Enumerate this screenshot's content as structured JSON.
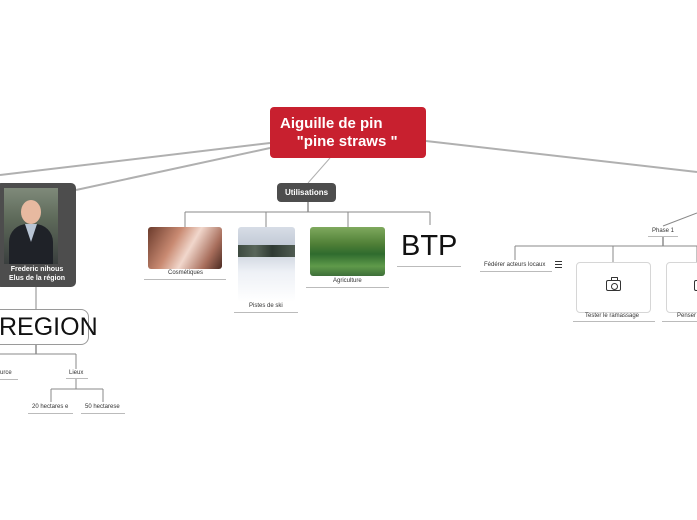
{
  "root": {
    "title": "Aiguille de pin\n    \"pine straws \""
  },
  "utilisations": {
    "label": "Utilisations",
    "items": [
      {
        "label": "Cosmétiques",
        "image": "cosmetics-photo"
      },
      {
        "label": "Pistes de ski",
        "image": "ski-slope-photo"
      },
      {
        "label": "Agriculture",
        "image": "field-photo"
      },
      {
        "label": "BTP"
      }
    ]
  },
  "person": {
    "caption": "Frederic nihous\nElus de la région",
    "image": "portrait-photo"
  },
  "region": {
    "label": "REGION",
    "children": [
      {
        "label": "urce"
      },
      {
        "label": "Lieux",
        "children": [
          {
            "label": "20 hectares e"
          },
          {
            "label": "50 hectarese"
          }
        ]
      }
    ]
  },
  "phase1": {
    "label": "Phase 1",
    "children": [
      {
        "label": "Fédérer acteurs locaux",
        "icon": "menu-lines-icon"
      },
      {
        "label": "Tester le ramassage",
        "icon": "camera-icon"
      },
      {
        "label": "Penser",
        "icon": "camera-icon"
      }
    ]
  },
  "colors": {
    "root": "#c8202f",
    "dark_node": "#4d4d4d",
    "connector": "#b0b0b0"
  }
}
